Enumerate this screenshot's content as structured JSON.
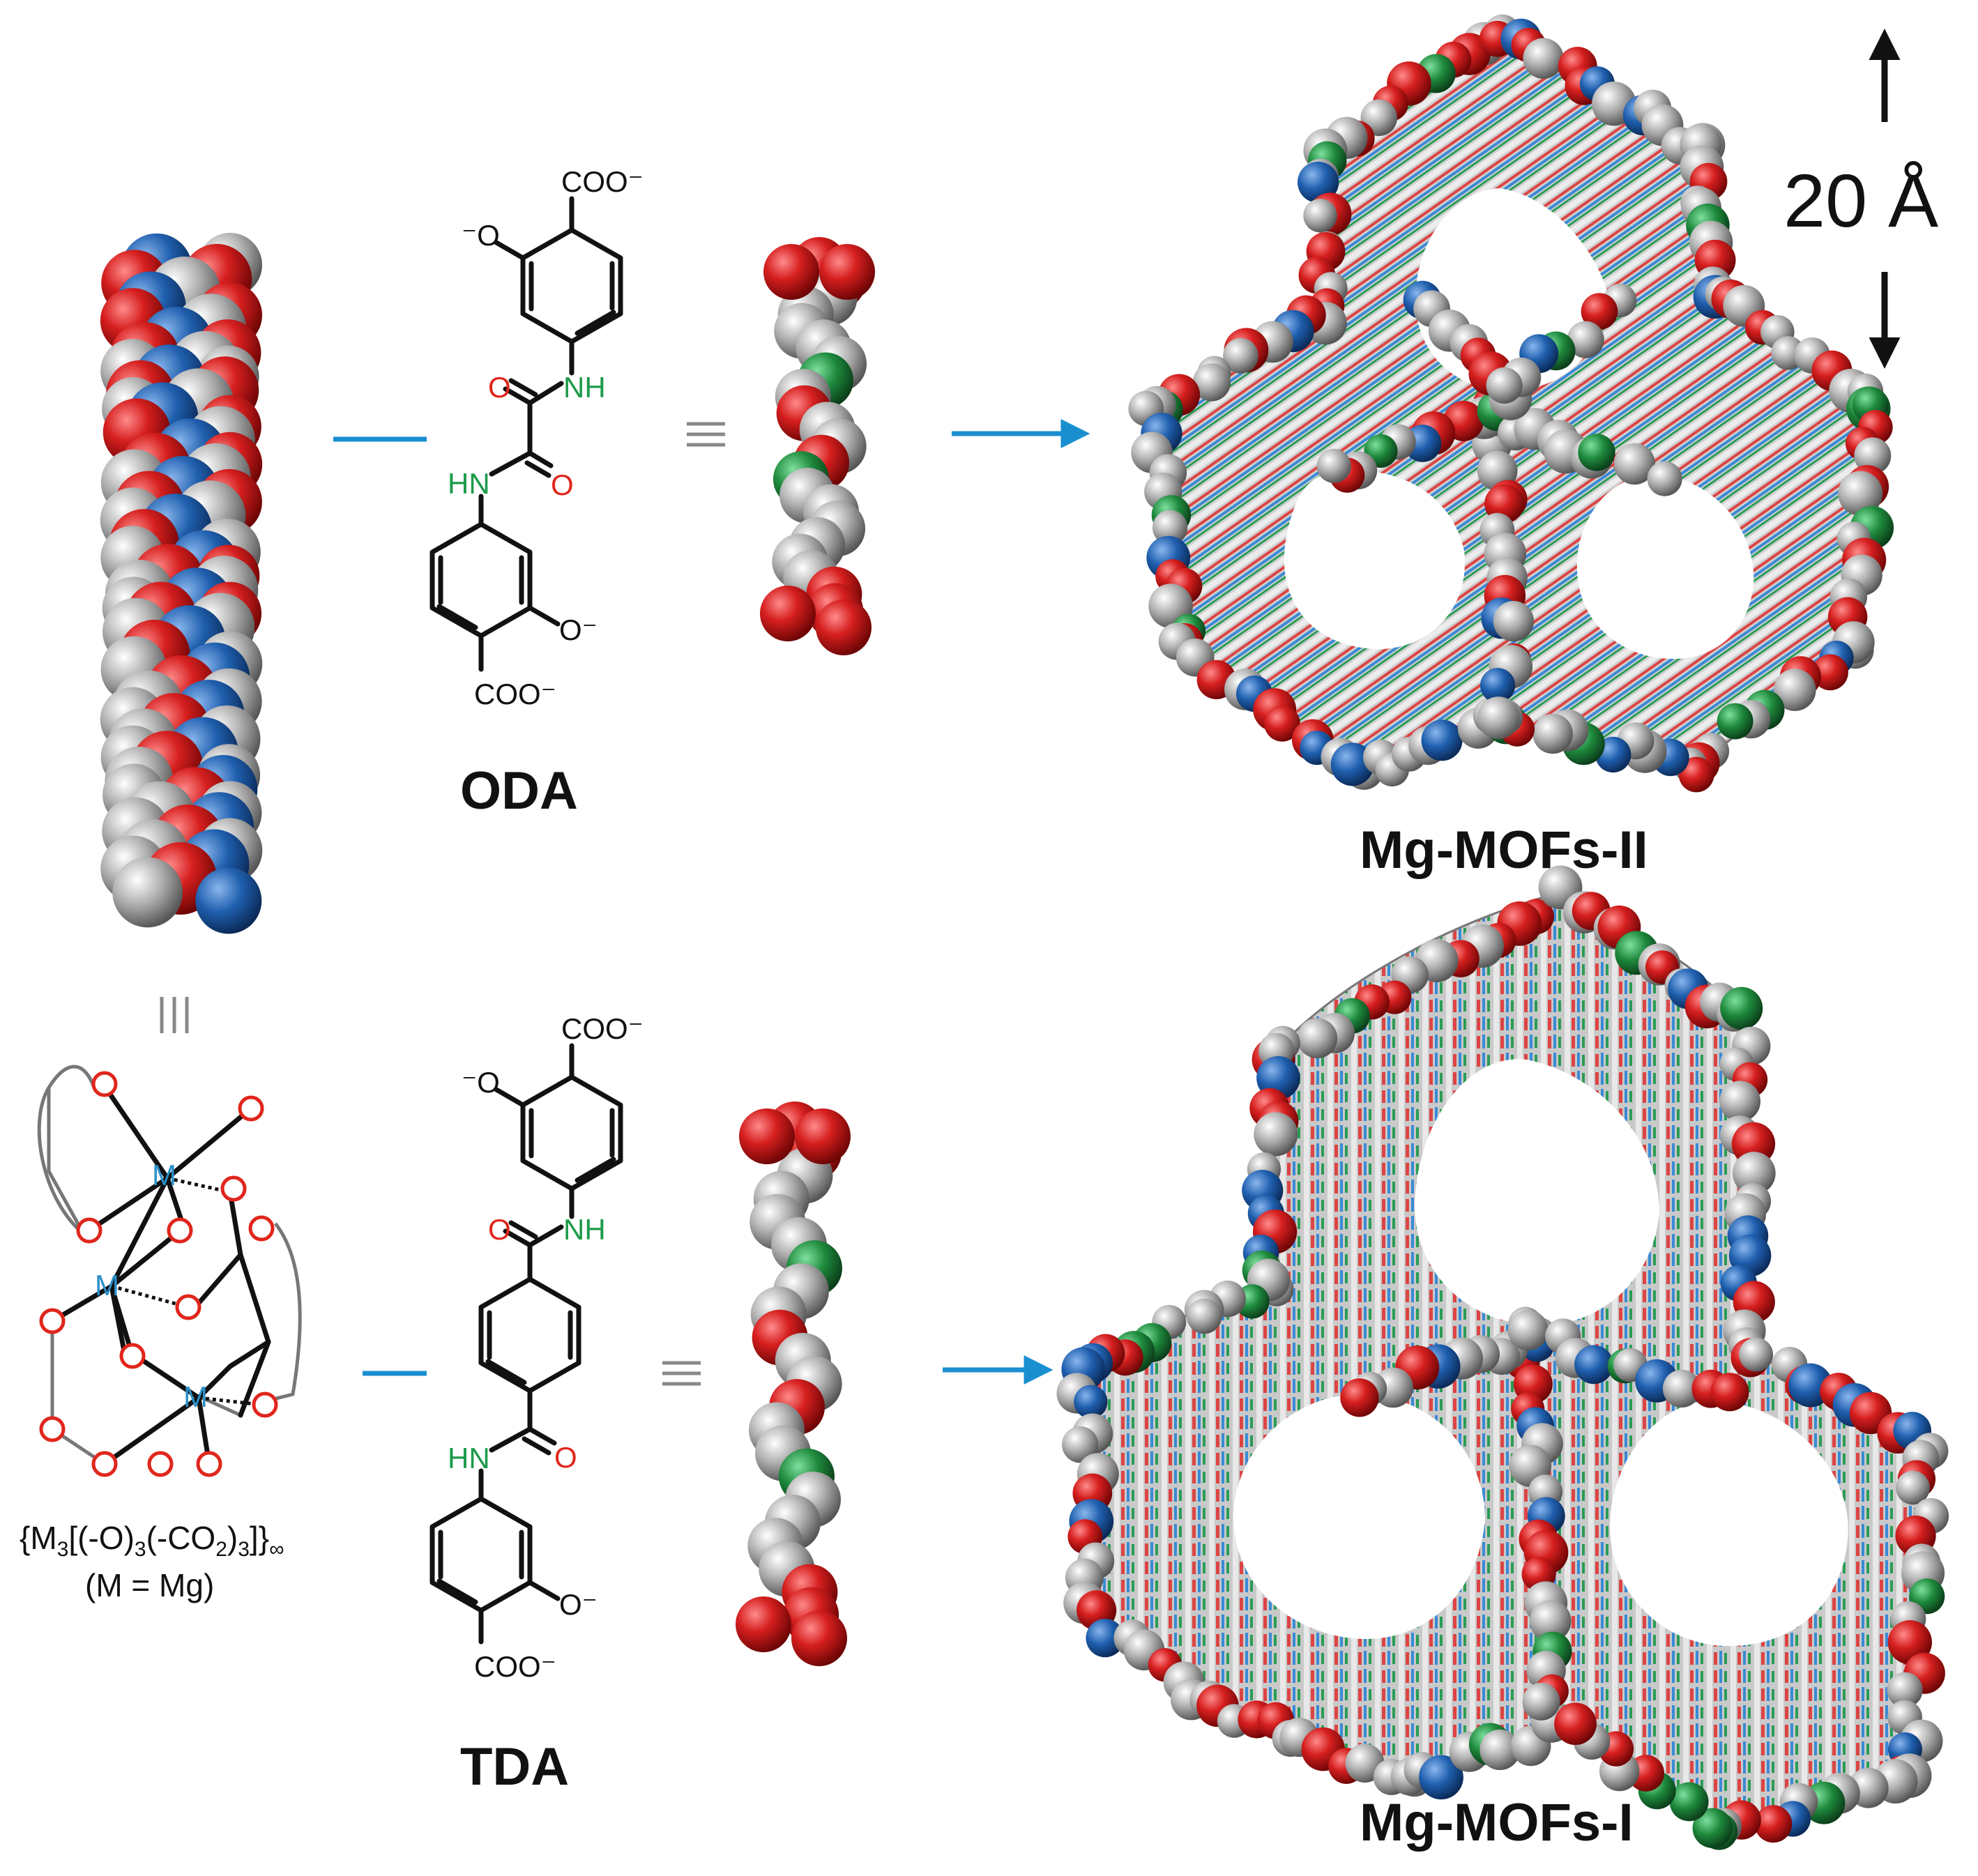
{
  "scale_bar": {
    "label": "20 Å"
  },
  "frameworks": {
    "top": {
      "label": "Mg-MOFs-II"
    },
    "bottom": {
      "label": "Mg-MOFs-I"
    }
  },
  "linkers": {
    "oda": {
      "name": "ODA",
      "top_acid": "COO⁻",
      "phenolate_top": "⁻O",
      "nh_top": "NH",
      "hn_bottom": "HN",
      "oxygen_1": "O",
      "oxygen_2": "O",
      "phenolate_bottom": "O⁻",
      "bottom_acid": "COO⁻"
    },
    "tda": {
      "name": "TDA",
      "top_acid": "COO⁻",
      "phenolate_top": "⁻O",
      "nh_top": "NH",
      "hn_bottom": "HN",
      "oxygen_1": "O",
      "oxygen_2": "O",
      "phenolate_bottom": "O⁻",
      "bottom_acid": "COO⁻"
    }
  },
  "sbu": {
    "metal_symbol": "M",
    "oxygen_symbol": "O",
    "formula": "{M3[(-O)3(-CO2)3]}∞",
    "formula_main_1": "{M",
    "formula_sub_1": "3",
    "formula_main_2": "[(-O)",
    "formula_sub_2": "3",
    "formula_main_3": "(-CO",
    "formula_sub_3": "2",
    "formula_main_4": ")",
    "formula_sub_4": "3",
    "formula_main_5": "]}",
    "formula_sub_5": "∞",
    "metal_note": "(M = Mg)"
  },
  "colors": {
    "oxygen": "#d42020",
    "carbon": "#a8a8a8",
    "nitrogen": "#1e8a3c",
    "metal": "#1f5fae",
    "arrow": "#1a8fd0",
    "nh_label": "#1c9a49",
    "o_label": "#e0261c",
    "m_label": "#2a8fc9"
  }
}
